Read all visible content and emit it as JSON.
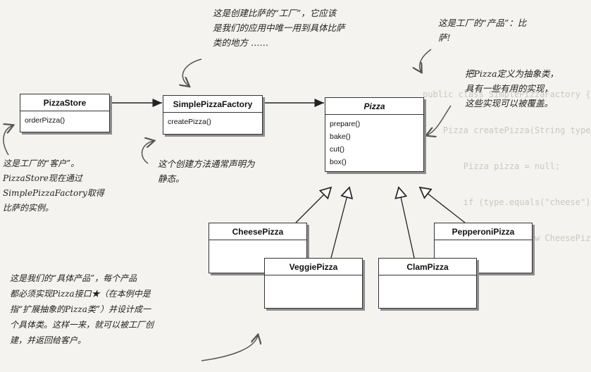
{
  "background_text": [
    "public class SimplePizzaFactory {",
    "    Pizza createPizza(String type) {",
    "        Pizza pizza = null;",
    "        if (type.equals(\"cheese\")) {",
    "            pizza = new CheesePizza();",
    "        }"
  ],
  "classes": {
    "pizza_store": {
      "name": "PizzaStore",
      "methods": [
        "orderPizza()"
      ]
    },
    "factory": {
      "name": "SimplePizzaFactory",
      "methods": [
        "createPizza()"
      ]
    },
    "pizza": {
      "name": "Pizza",
      "methods": [
        "prepare()",
        "bake()",
        "cut()",
        "box()"
      ]
    },
    "cheese": {
      "name": "CheesePizza"
    },
    "veggie": {
      "name": "VeggiePizza"
    },
    "clam": {
      "name": "ClamPizza"
    },
    "pepperoni": {
      "name": "PepperoniPizza"
    }
  },
  "notes": {
    "factory_note": [
      "这是创建比萨的“工厂”，它应该",
      "是我们的应用中唯一用到具体比萨",
      "类的地方 ……"
    ],
    "product_note": [
      "这是工厂的“产品”：比",
      "萨!"
    ],
    "abstract_note": [
      "把Pizza定义为抽象类，",
      "具有一些有用的实现，",
      "这些实现可以被覆盖。"
    ],
    "client_note": [
      "这是工厂的“客户”。",
      "PizzaStore现在通过",
      "SimplePizzaFactory取得",
      "比萨的实例。"
    ],
    "static_note": [
      "这个创建方法通常声明为",
      "静态。"
    ],
    "concrete_note": [
      "这是我们的“具体产品”，每个产品",
      "都必须实现Pizza接口★（在本例中是",
      "指“扩展抽象的Pizza类”）并设计成一",
      "个具体类。这样一来，就可以被工厂创",
      "建，并返回给客户。"
    ]
  }
}
